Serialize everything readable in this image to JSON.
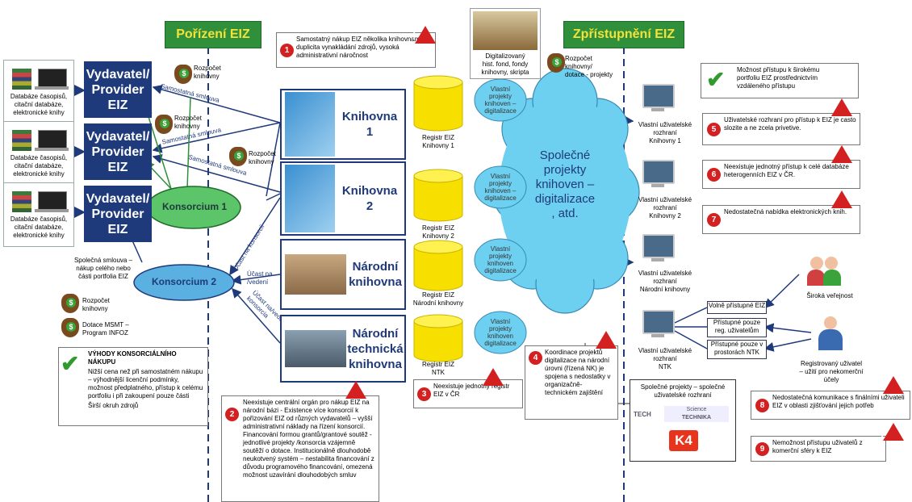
{
  "phases": {
    "left": "Pořízení EIZ",
    "right": "Zpřístupnění EIZ"
  },
  "providers": [
    {
      "line1": "Vydavatel/",
      "line2": "Provider",
      "line3": "EIZ"
    },
    {
      "line1": "Vydavatel/",
      "line2": "Provider",
      "line3": "EIZ"
    },
    {
      "line1": "Vydavatel/",
      "line2": "Provider",
      "line3": "EIZ"
    }
  ],
  "databases_label": [
    "Databáze časopisů,",
    "citační databáze,",
    "elektronické knihy"
  ],
  "libraries": [
    {
      "name1": "Knihovna",
      "name2": "1"
    },
    {
      "name1": "Knihovna",
      "name2": "2"
    },
    {
      "name1": "Národní",
      "name2": "knihovna"
    },
    {
      "name1": "Národní",
      "name2": "technická",
      "name3": "knihovna"
    }
  ],
  "consortia": {
    "k1": "Konsorcium 1",
    "k2": "Konsorcium 2"
  },
  "budget_label": "Rozpočet knihovny",
  "budget_short": [
    "Rozpočet",
    "knihovny"
  ],
  "budget_grant": [
    "Rozpočet",
    "knihovny/",
    "dotace - projekty"
  ],
  "dotace_msmt": [
    "Dotace MSMT –",
    "Program INFOZ"
  ],
  "edge_labels": {
    "smlouva1": "Samostatná smlouva",
    "smlouva2": "Samostatná smlouva",
    "smlouva3": "Samostatná smlouva",
    "ucast_konsorcii": "Účast na konsorcii",
    "ucast_vedeni": "Účast na /vedení",
    "ucast_vedeni_k": "Účast na/vedení konsorcia",
    "spolecna": [
      "Společná smlouva –",
      "nákup celého nebo",
      "části portfolia EIZ"
    ]
  },
  "registries": [
    {
      "l1": "Registr EIZ",
      "l2": "Knihovny 1"
    },
    {
      "l1": "Registr EIZ",
      "l2": "Knihovny 2"
    },
    {
      "l1": "Registr EIZ",
      "l2": "Národní knihovny"
    },
    {
      "l1": "Registr EIZ",
      "l2": "NTK"
    }
  ],
  "cloud_small": [
    "Vlastní",
    "projekty",
    "knihoven –",
    "digitalizace"
  ],
  "cloud_small_lib": [
    "Vlastní",
    "projekty",
    "knihoven",
    "digitalizace"
  ],
  "big_cloud": [
    "Společné",
    "projekty",
    "knihoven –",
    "digitalizace",
    ", atd."
  ],
  "digitized": [
    "Digitalizovaný",
    "hist. fond, fondy",
    "knihovny, skripta"
  ],
  "interfaces": [
    {
      "l1": "Vlastní uživatelské",
      "l2": "rozhraní",
      "l3": "Knihovny 1"
    },
    {
      "l1": "Vlastní uživatelské",
      "l2": "rozhraní",
      "l3": "Knihovny 2"
    },
    {
      "l1": "Vlastní uživatelské",
      "l2": "rozhraní",
      "l3": "Národní knihovny"
    },
    {
      "l1": "Vlastní uživatelské",
      "l2": "rozhraní",
      "l3": "NTK"
    }
  ],
  "ntk_access": [
    "Volně přístupné EIZ",
    "Přístupné pouze reg. uživatelům",
    "Přístupné pouze v prostorách NTK"
  ],
  "users": {
    "public": "Široká veřejnost",
    "registered": [
      "Registrovaný uživatel",
      "– užití pro nekomerční",
      "účely"
    ]
  },
  "advantage_top": [
    "Možnost přístupu k širokému",
    "portfoliu EIZ prostřednictvím",
    "vzdáleného přístupu"
  ],
  "advantages": {
    "title1": "VÝHODY KONSORCIÁLNÍHO",
    "title2": "NÁKUPU",
    "items": [
      "Nižší cena než při samostatném nákupu – výhodnější licenční podmínky, možnost předplatného, přístup k celému portfoliu i při zakoupení pouze části",
      "Širší okruh zdrojů"
    ]
  },
  "problems": [
    {
      "n": "1",
      "text": "Samostatný nákup EIZ několika knihovnami – duplicita vynakládání zdrojů, vysoká administrativní náročnost"
    },
    {
      "n": "2",
      "text": "Neexistuje centrální orgán pro nákup EIZ na národní bázi - Existence více konsorcií k pořizování EIZ od různých vydavatelů – vyšší administrativní náklady na řízení konsorcií. Financování formou grantů/grantové soutěž - jednotlivé projekty /konsorcia vzájemně soutěží o dotace. Institucionálně dlouhodobě neukotvený systém – nestabilita financování z důvodu programového financování, omezená možnost uzavírání dlouhodobých smluv"
    },
    {
      "n": "3",
      "text": "Neexistuje jednotný registr EIZ v ČR"
    },
    {
      "n": "4",
      "text": "Koordinace projektů digitalizace na národní úrovni (řízená NK) je spojena s nedostatky v organizačně-technickém zajištění"
    },
    {
      "n": "5",
      "text": "Uživatelské rozhraní pro přístup k EIZ je casto slozite a ne zcela privetive."
    },
    {
      "n": "6",
      "text": "Neexistuje jednotný přístup k celé databáze heterogenních EIZ v ČR."
    },
    {
      "n": "7",
      "text": "Nedostatečná nabídka elektronických knih."
    },
    {
      "n": "8",
      "text": "Nedostatečná komunikace s finálními uživateli EIZ v oblasti zjišťování jejich potřeb"
    },
    {
      "n": "9",
      "text": "Nemožnost přístupu uživatelů z komerční sféry k EIZ"
    }
  ],
  "joint_projects": {
    "title": [
      "Společné projekty – společné",
      "uživatelské rozhraní"
    ],
    "badge": "K4",
    "logo1": "TECH",
    "logo2": "TECHNIKA",
    "logo3": "Science"
  },
  "colors": {
    "provider": "#1f3a7a",
    "phase_bg": "#2f8f3a",
    "phase_text": "#f4e23a",
    "consortium": "#5cc56a",
    "consortium2": "#5ab0e0",
    "cloud": "#6ed0f0",
    "cylinder": "#f7e000",
    "warn": "#d32121"
  }
}
